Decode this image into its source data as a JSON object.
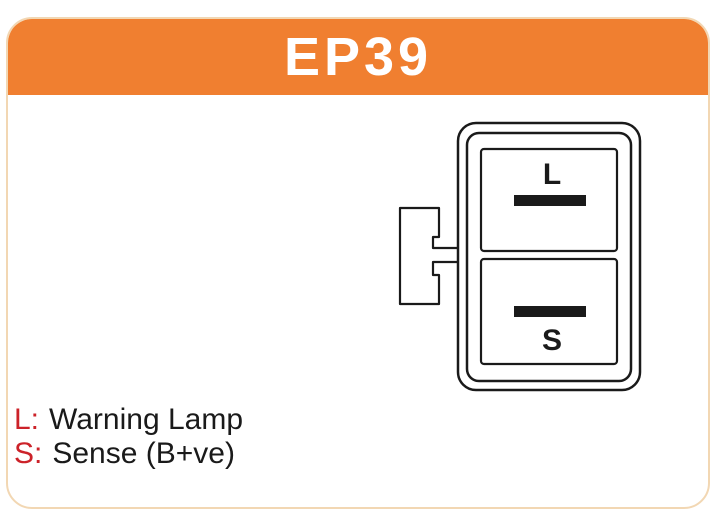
{
  "header": {
    "title": "EP39",
    "background_color": "#f07f30"
  },
  "connector": {
    "pins": [
      {
        "label": "L",
        "position": "top"
      },
      {
        "label": "S",
        "position": "bottom"
      }
    ]
  },
  "legend": {
    "key_color": "#cc2229",
    "items": [
      {
        "key": "L:",
        "description": "Warning Lamp"
      },
      {
        "key": "S:",
        "description": "Sense (B+ve)"
      }
    ]
  }
}
